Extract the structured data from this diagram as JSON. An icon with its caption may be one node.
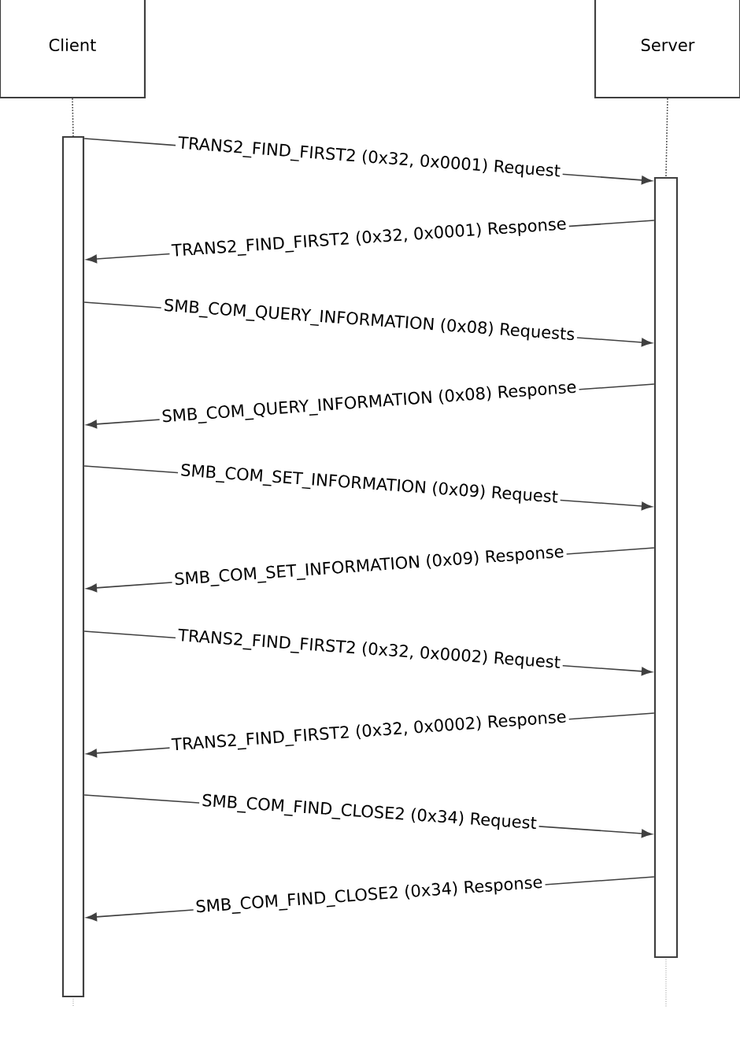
{
  "diagram": {
    "nodes": [
      {
        "text": [
          "Client"
        ]
      },
      {
        "text": [
          "Server"
        ]
      },
      {
        "text": [],
        "shape": "bar"
      },
      {
        "text": [],
        "shape": "bar"
      }
    ],
    "edges": [
      {
        "from": 0,
        "to": 2,
        "arrow": "none",
        "style": "dashed"
      },
      {
        "from": 1,
        "to": 3,
        "arrow": "none",
        "style": "dashed"
      },
      {
        "from": 2,
        "to": 3,
        "arrow": "to",
        "label": "TRANS2_FIND_FIRST2 (0x32, 0x0001) Request"
      },
      {
        "from": 3,
        "to": 2,
        "arrow": "to",
        "label": "TRANS2_FIND_FIRST2 (0x32, 0x0001) Response"
      },
      {
        "from": 2,
        "to": 3,
        "arrow": "to",
        "label": "SMB_COM_QUERY_INFORMATION (0x08) Requests"
      },
      {
        "from": 3,
        "to": 2,
        "arrow": "to",
        "label": "SMB_COM_QUERY_INFORMATION (0x08) Response"
      },
      {
        "from": 2,
        "to": 3,
        "arrow": "to",
        "label": "SMB_COM_SET_INFORMATION (0x09) Request"
      },
      {
        "from": 3,
        "to": 2,
        "arrow": "to",
        "label": "SMB_COM_SET_INFORMATION (0x09) Response"
      },
      {
        "from": 2,
        "to": 3,
        "arrow": "to",
        "label": "TRANS2_FIND_FIRST2 (0x32, 0x0002) Request"
      },
      {
        "from": 3,
        "to": 2,
        "arrow": "to",
        "label": "TRANS2_FIND_FIRST2 (0x32, 0x0002) Response"
      },
      {
        "from": 2,
        "to": 3,
        "arrow": "to",
        "label": "SMB_COM_FIND_CLOSE2 (0x34) Request"
      },
      {
        "from": 3,
        "to": 2,
        "arrow": "to",
        "label": "SMB_COM_FIND_CLOSE2 (0x34) Response"
      }
    ]
  }
}
